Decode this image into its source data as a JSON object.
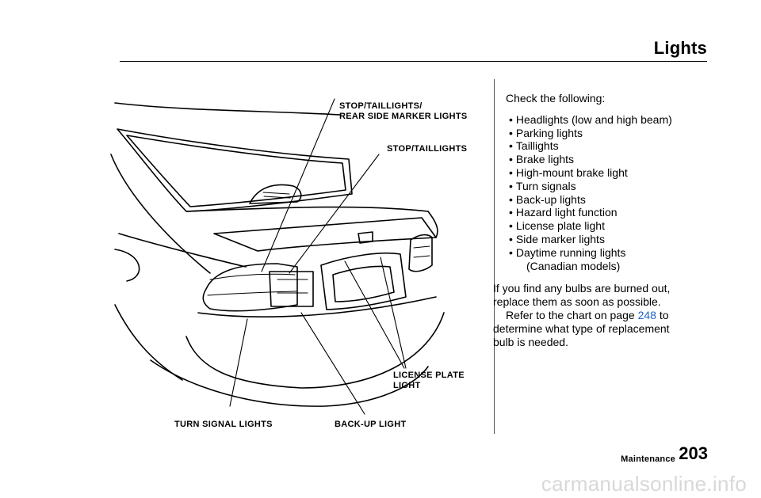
{
  "header": {
    "title": "Lights"
  },
  "illustration": {
    "callouts": {
      "stop_tail_rear_marker": [
        "STOP/TAILLIGHTS/",
        "REAR SIDE MARKER LIGHTS"
      ],
      "stop_taillights": "STOP/TAILLIGHTS",
      "license_plate_light": [
        "LICENSE PLATE",
        "LIGHT"
      ],
      "turn_signal_lights": "TURN SIGNAL LIGHTS",
      "backup_light": "BACK-UP LIGHT"
    }
  },
  "checklist": {
    "intro": "Check the following:",
    "items": [
      "Headlights (low and high beam)",
      "Parking lights",
      "Taillights",
      "Brake lights",
      "High-mount brake light",
      "Turn signals",
      "Back-up lights",
      "Hazard light function",
      "License plate light",
      "Side marker lights",
      "Daytime running lights"
    ],
    "item_continuation": "(Canadian models)"
  },
  "note": {
    "line1": "If you find any bulbs are burned out,",
    "line2": "replace them as soon as possible.",
    "line3_prefix": "Refer to the chart on page",
    "page_ref": "248",
    "line3_suffix": "to",
    "line4": "determine what type of replacement",
    "line5": "bulb is needed."
  },
  "footer": {
    "section": "Maintenance",
    "page_number": "203"
  },
  "watermark": "carmanualsonline.info",
  "colors": {
    "link": "#1e63c8",
    "watermark": "#d8d8d8"
  }
}
